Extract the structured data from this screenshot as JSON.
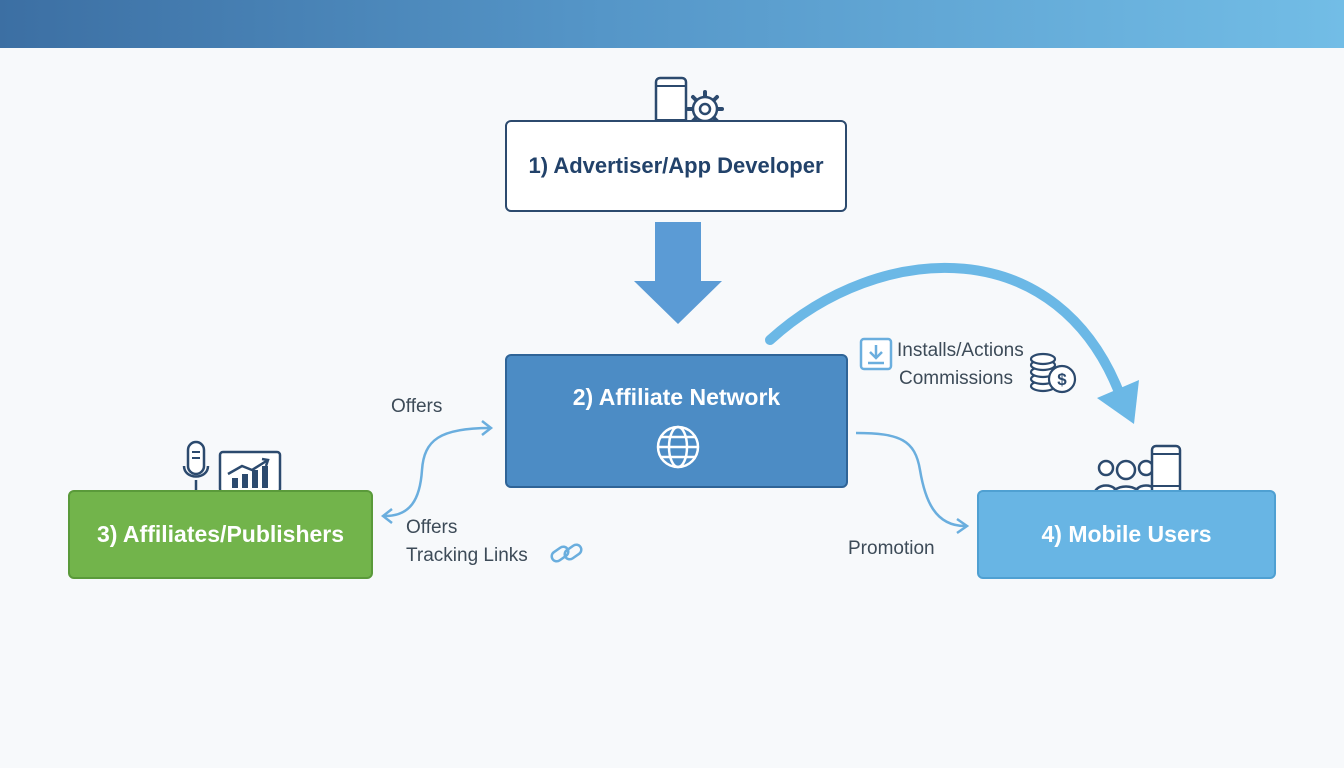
{
  "nodes": {
    "advertiser": "1) Advertiser/App Developer",
    "network": "2) Affiliate Network",
    "affiliates": "3) Affiliates/Publishers",
    "users": "4) Mobile Users"
  },
  "edge_labels": {
    "offers_top": "Offers",
    "offers_bottom": "Offers",
    "tracking_links": "Tracking Links",
    "installs_actions": "Installs/Actions",
    "commissions": "Commissions",
    "promotion": "Promotion"
  },
  "icons": {
    "advertiser": [
      "smartphone-icon",
      "gear-icon"
    ],
    "network": "globe-icon",
    "affiliates": [
      "microphone-icon",
      "laptop-chart-icon"
    ],
    "users": [
      "users-group-icon",
      "smartphone-icon"
    ],
    "installs": "download-icon",
    "commissions": "coins-dollar-icon",
    "tracking": "link-icon"
  },
  "colors": {
    "header_bar": "#3c6fa3",
    "advertiser_border": "#2c4a6e",
    "network_fill": "#4c8cc5",
    "affiliates_fill": "#72b44b",
    "users_fill": "#68b5e4",
    "arrow": "#5b9bd5"
  }
}
